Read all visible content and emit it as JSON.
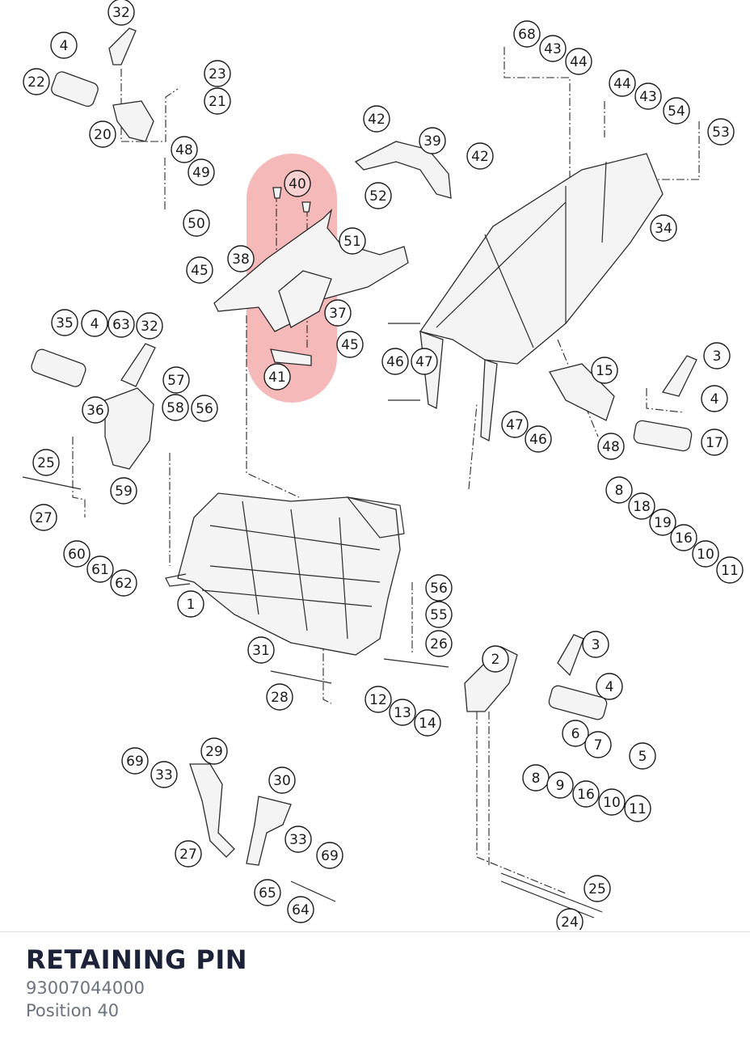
{
  "part": {
    "name": "RETAINING PIN",
    "number": "93007044000",
    "position_label": "Position 40"
  },
  "highlight": {
    "position": "40",
    "color": "#f08a8a"
  },
  "callouts": [
    "32",
    "4",
    "22",
    "23",
    "21",
    "20",
    "48",
    "49",
    "50",
    "42",
    "39",
    "42",
    "68",
    "43",
    "44",
    "44",
    "43",
    "54",
    "53",
    "40",
    "52",
    "51",
    "38",
    "45",
    "34",
    "37",
    "35",
    "4",
    "63",
    "32",
    "45",
    "46",
    "47",
    "41",
    "3",
    "57",
    "15",
    "36",
    "58",
    "56",
    "4",
    "17",
    "47",
    "46",
    "48",
    "25",
    "59",
    "27",
    "8",
    "18",
    "19",
    "16",
    "10",
    "11",
    "60",
    "61",
    "62",
    "1",
    "56",
    "55",
    "26",
    "31",
    "2",
    "3",
    "28",
    "12",
    "13",
    "14",
    "4",
    "6",
    "7",
    "5",
    "29",
    "69",
    "33",
    "30",
    "8",
    "9",
    "16",
    "10",
    "11",
    "27",
    "33",
    "69",
    "65",
    "64",
    "25",
    "24"
  ]
}
